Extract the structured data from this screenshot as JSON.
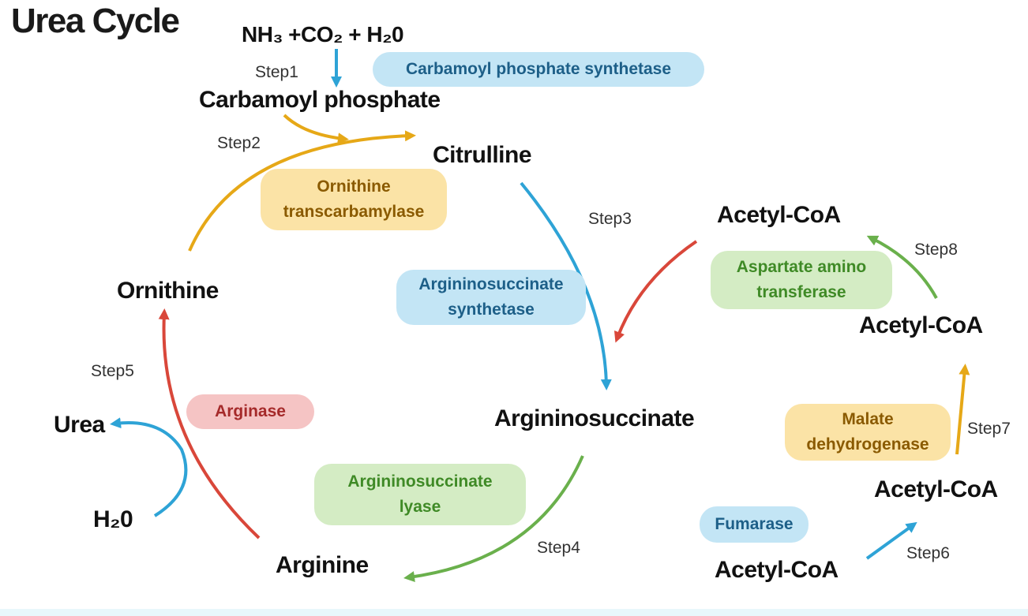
{
  "title": "Urea Cycle",
  "reactants": "NH₃ +CO₂ + H₂0",
  "molecules": {
    "carbamoyl_phosphate": "Carbamoyl phosphate",
    "citrulline": "Citrulline",
    "ornithine": "Ornithine",
    "argininosuccinate": "Argininosuccinate",
    "arginine": "Arginine",
    "urea": "Urea",
    "water": "H₂0",
    "acetyl_coa_1": "Acetyl-CoA",
    "acetyl_coa_2": "Acetyl-CoA",
    "acetyl_coa_3": "Acetyl-CoA",
    "acetyl_coa_4": "Acetyl-CoA"
  },
  "steps": {
    "step1": "Step1",
    "step2": "Step2",
    "step3": "Step3",
    "step4": "Step4",
    "step5": "Step5",
    "step6": "Step6",
    "step7": "Step7",
    "step8": "Step8"
  },
  "enzymes": {
    "carbamoyl_phosphate_synthetase": "Carbamoyl phosphate synthetase",
    "ornithine_transcarbamylase_1": "Ornithine",
    "ornithine_transcarbamylase_2": "transcarbamylase",
    "argininosuccinate_synthetase_1": "Argininosuccinate",
    "argininosuccinate_synthetase_2": "synthetase",
    "arginase": "Arginase",
    "argininosuccinate_lyase_1": "Argininosuccinate",
    "argininosuccinate_lyase_2": "lyase",
    "aspartate_amino_transferase_1": "Aspartate amino",
    "aspartate_amino_transferase_2": "transferase",
    "malate_dehydrogenase_1": "Malate",
    "malate_dehydrogenase_2": "dehydrogenase",
    "fumarase": "Fumarase"
  },
  "colors": {
    "blue_arrow": "#2ea3d6",
    "yellow_arrow": "#e6a817",
    "green_arrow": "#6ab04c",
    "red_arrow": "#d9473a"
  }
}
